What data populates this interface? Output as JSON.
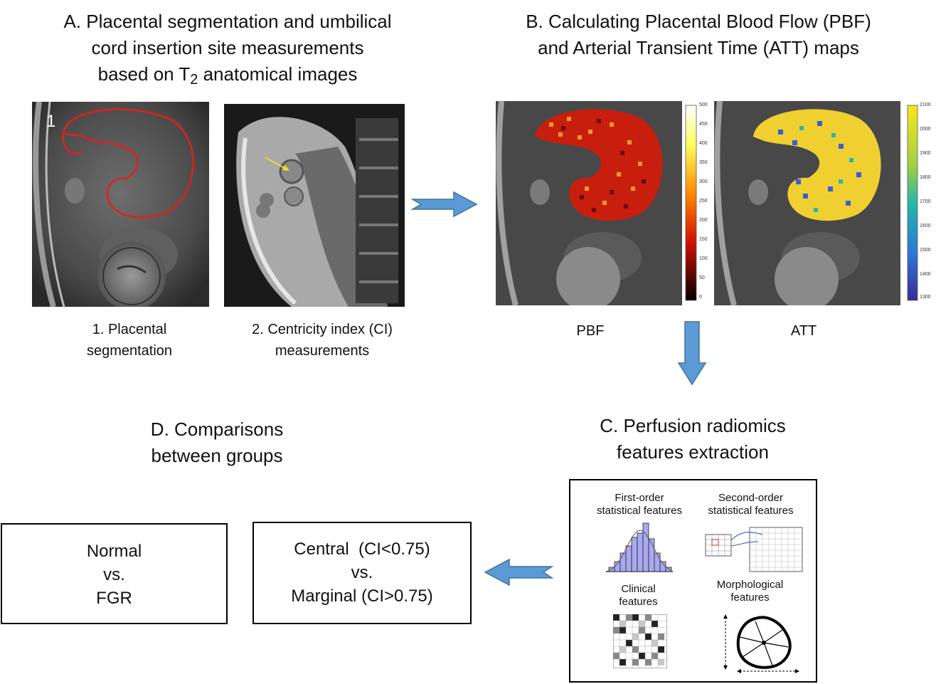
{
  "panel_a": {
    "title_line1": "A. Placental segmentation and umbilical",
    "title_line2": "cord insertion site measurements",
    "title_line3_pre": "based on T",
    "title_line3_sub": "2",
    "title_line3_post": " anatomical images",
    "image1_tag": "1",
    "caption1_line1": "1. Placental",
    "caption1_line2": "segmentation",
    "caption2_line1": "2. Centricity index (CI)",
    "caption2_line2": "measurements"
  },
  "panel_b": {
    "title_line1": "B. Calculating Placental Blood Flow (PBF)",
    "title_line2": "and Arterial Transient Time (ATT) maps",
    "pbf_label": "PBF",
    "att_label": "ATT",
    "pbf_scale_ticks": [
      "500",
      "450",
      "400",
      "350",
      "300",
      "250",
      "200",
      "150",
      "100",
      "50",
      "0"
    ],
    "att_scale_ticks": [
      "2100",
      "2000",
      "1900",
      "1800",
      "1700",
      "1600",
      "1500",
      "1400",
      "1300"
    ]
  },
  "panel_c": {
    "title_line1": "C. Perfusion radiomics",
    "title_line2": "features extraction",
    "first_order_line1": "First-order",
    "first_order_line2": "statistical features",
    "second_order_line1": "Second-order",
    "second_order_line2": "statistical features",
    "clinical_line1": "Clinical",
    "clinical_line2": "features",
    "morph_line1": "Morphological",
    "morph_line2": "features"
  },
  "panel_d": {
    "title_line1": "D. Comparisons",
    "title_line2": "between groups",
    "box1_line1": "Normal",
    "box1_line2": "vs.",
    "box1_line3": "FGR",
    "box2_line1": "Central  (CI<0.75)",
    "box2_line2": "vs.",
    "box2_line3": "Marginal (CI>0.75)"
  },
  "colors": {
    "arrow_fill": "#5b9bd5",
    "arrow_stroke": "#41719c",
    "segmentation_outline": "#e0201a",
    "pointer_arrow": "#f5e21a"
  }
}
